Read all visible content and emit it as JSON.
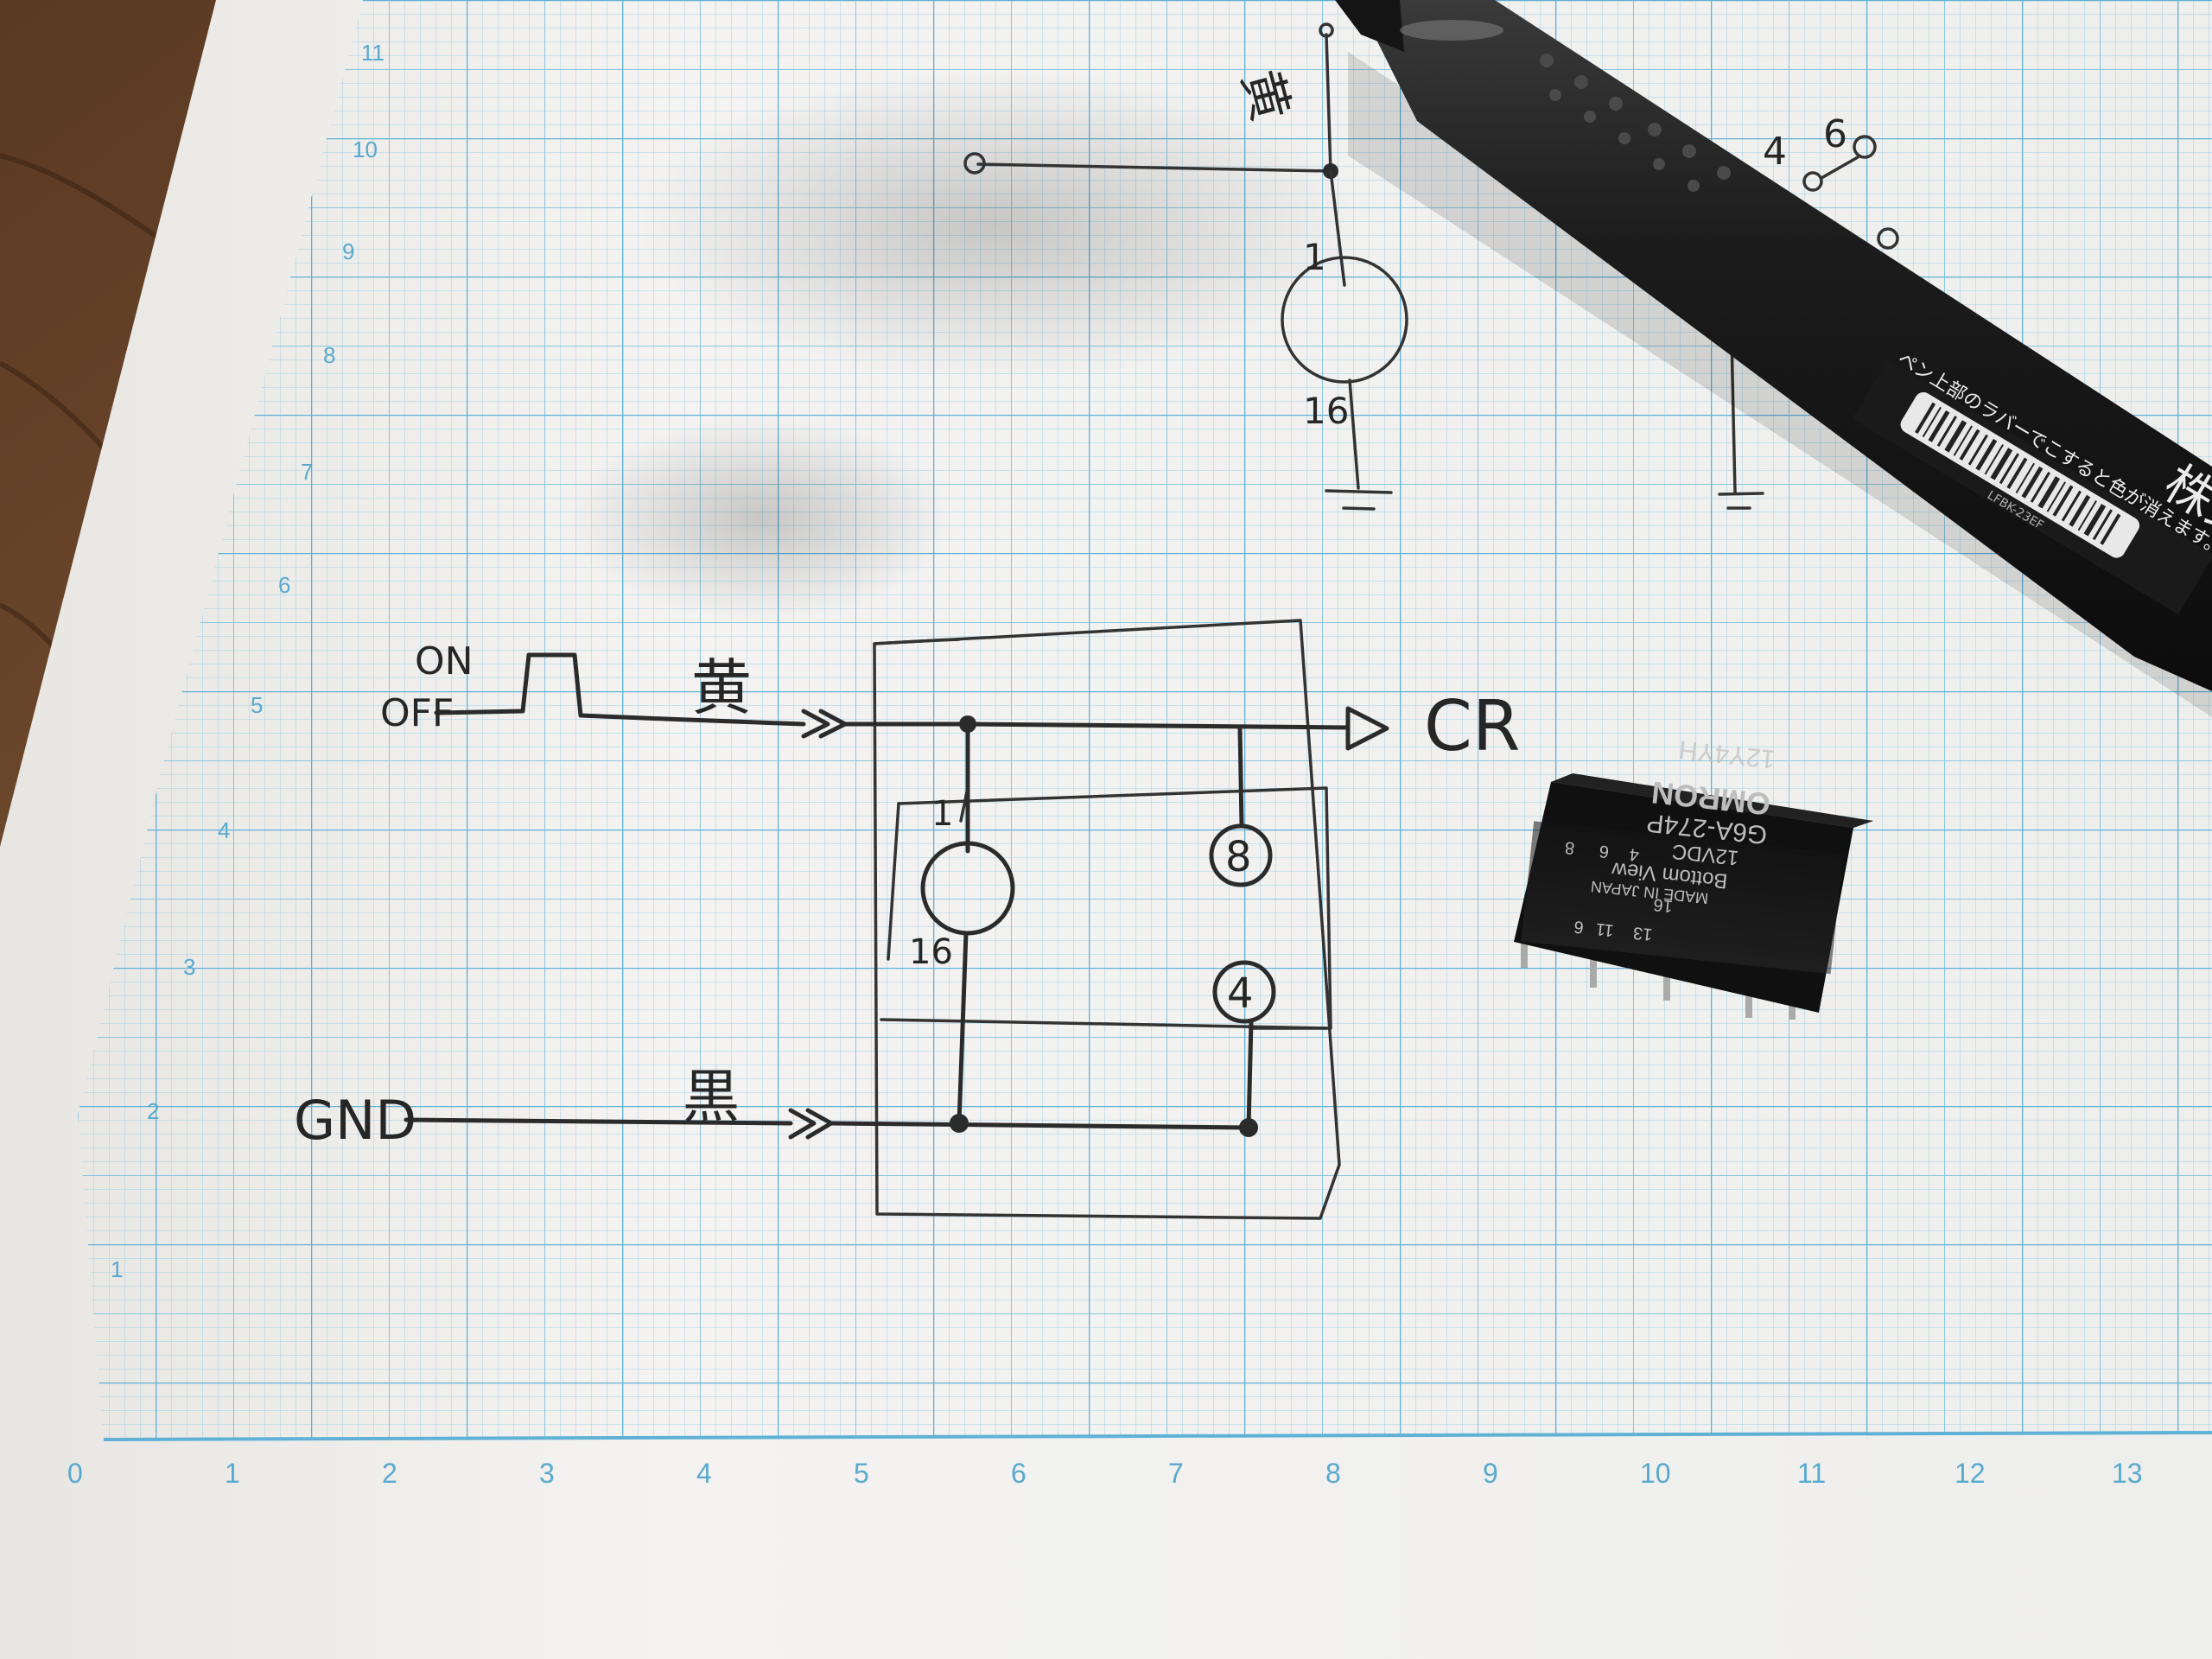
{
  "axis": {
    "x_labels": [
      "0",
      "1",
      "2",
      "3",
      "4",
      "5",
      "6",
      "7",
      "8",
      "9",
      "10",
      "11",
      "12",
      "13"
    ],
    "y_labels": [
      "1",
      "2",
      "3",
      "4",
      "5",
      "6",
      "7",
      "8",
      "9",
      "10",
      "11"
    ]
  },
  "circuit_top": {
    "wire_color_label": "黄",
    "coil_top_pin": "1",
    "coil_bottom_pin": "16"
  },
  "contacts_top": {
    "pin_a": "4",
    "pin_b": "6"
  },
  "circuit_main": {
    "signal_on": "ON",
    "signal_off": "OFF",
    "signal_wire_label": "黄",
    "output_label": "CR",
    "gnd_label": "GND",
    "gnd_wire_label": "黒",
    "coil_top_pin": "1",
    "coil_bottom_pin": "16",
    "contact_pin_upper": "8",
    "contact_pin_lower": "4"
  },
  "relay": {
    "brand": "OMRON",
    "model": "G6A-274P",
    "voltage": "12VDC",
    "view": "Bottom View",
    "origin": "MADE IN JAPAN",
    "lot": "12Y4YH",
    "pins": [
      "6",
      "11",
      "13",
      "16",
      "8",
      "6",
      "4"
    ]
  },
  "pen": {
    "note": "ペン上部のラバーでこすると色が消えます。",
    "code": "LFBK-23EF",
    "big_text": "株式"
  }
}
